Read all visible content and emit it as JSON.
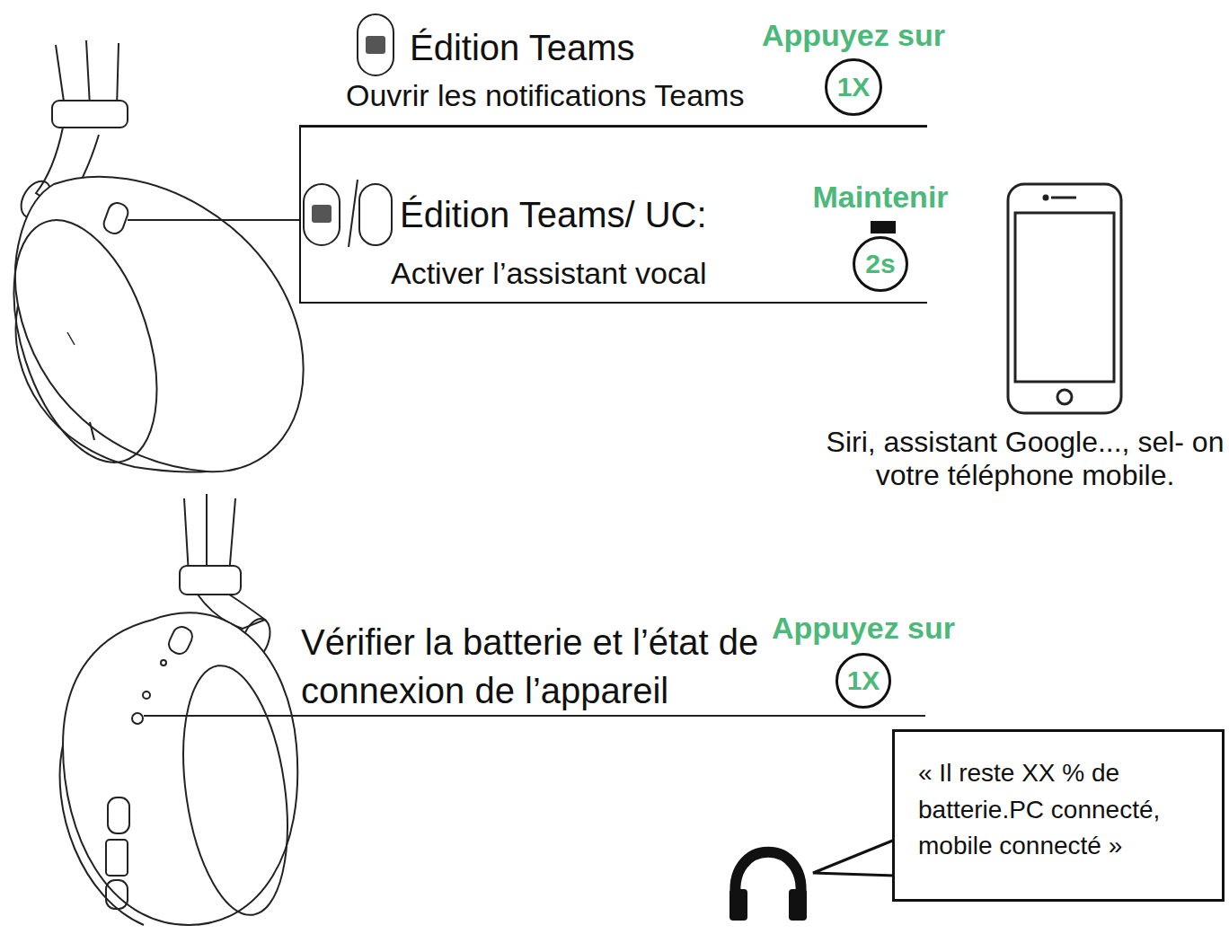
{
  "diagram": {
    "nodes": [
      {
        "text": [
          "Appuyez sur",
          "1X"
        ]
      },
      {
        "text": [
          "Édition Teams/ UC:",
          "Activer l’assistant vocal"
        ]
      },
      {
        "text": [
          "Maintenir",
          "2s"
        ],
        "in": 1
      },
      {
        "text": [
          "Appuyez sur",
          "1X"
        ]
      },
      {
        "text": [
          "« Il reste XX % de batterie.PC connecté, mobile connecté »"
        ]
      }
    ],
    "labels": [
      "Édition Teams",
      "Ouvrir les notifications Teams",
      "Siri, assistant Google..., sel- on votre téléphone mobile.",
      "Vérifier la batterie et l’état de connexion de l’appareil"
    ]
  }
}
